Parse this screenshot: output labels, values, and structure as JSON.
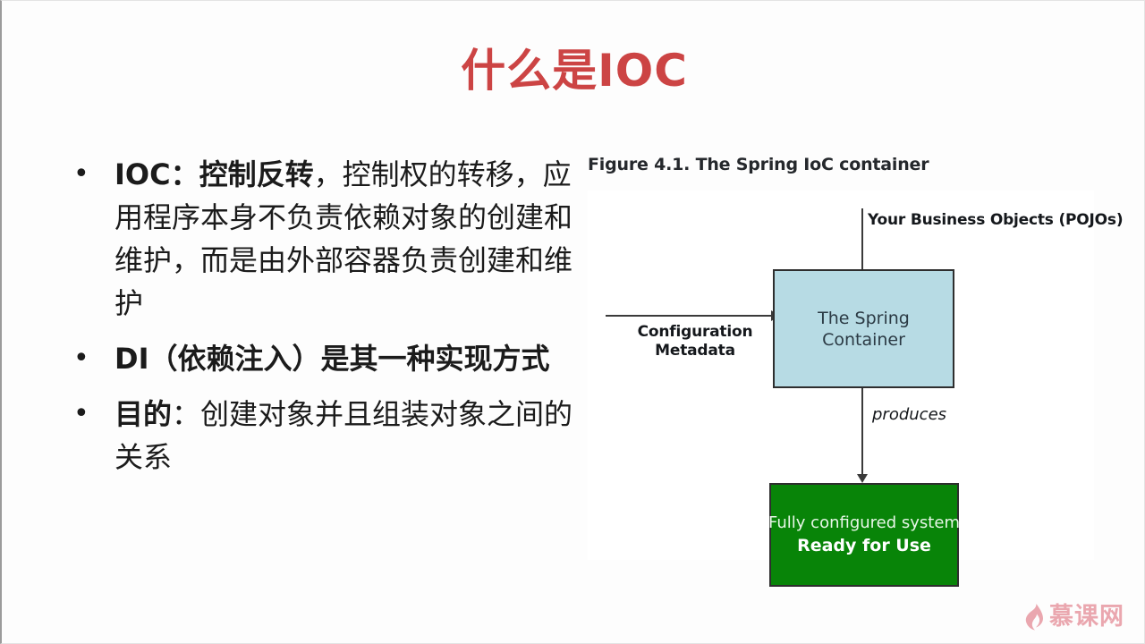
{
  "slide": {
    "title": "什么是IOC",
    "title_color": "#cc4444",
    "bullet_marker": "•"
  },
  "bullets": [
    {
      "marker": "•",
      "bold_lead": "IOC：控制反转",
      "rest": "，控制权的转移，应用程序本身不负责依赖对象的创建和维护，而是由外部容器负责创建和维护",
      "all_bold": false
    },
    {
      "marker": "•",
      "bold_lead": "DI（依赖注入）是其一种实现方式",
      "rest": "",
      "all_bold": true
    },
    {
      "marker": "•",
      "bold_lead": "目的",
      "rest": "：创建对象并且组装对象之间的关系",
      "all_bold": false
    }
  ],
  "figure": {
    "caption": "Figure 4.1. The Spring IoC container",
    "pojo_label": "Your Business Objects (POJOs)",
    "config_label": "Configuration\nMetadata",
    "config_label_line1": "Configuration",
    "config_label_line2": "Metadata",
    "container_line1": "The Spring",
    "container_line2": "Container",
    "container_fill": "#b7dbe4",
    "produces_label": "produces",
    "result_line1": "Fully configured system",
    "result_line2": "Ready for Use",
    "result_fill": "#088408"
  },
  "watermark": {
    "text": "慕课网",
    "color": "#eaa3ab",
    "icon": "flame-icon"
  }
}
